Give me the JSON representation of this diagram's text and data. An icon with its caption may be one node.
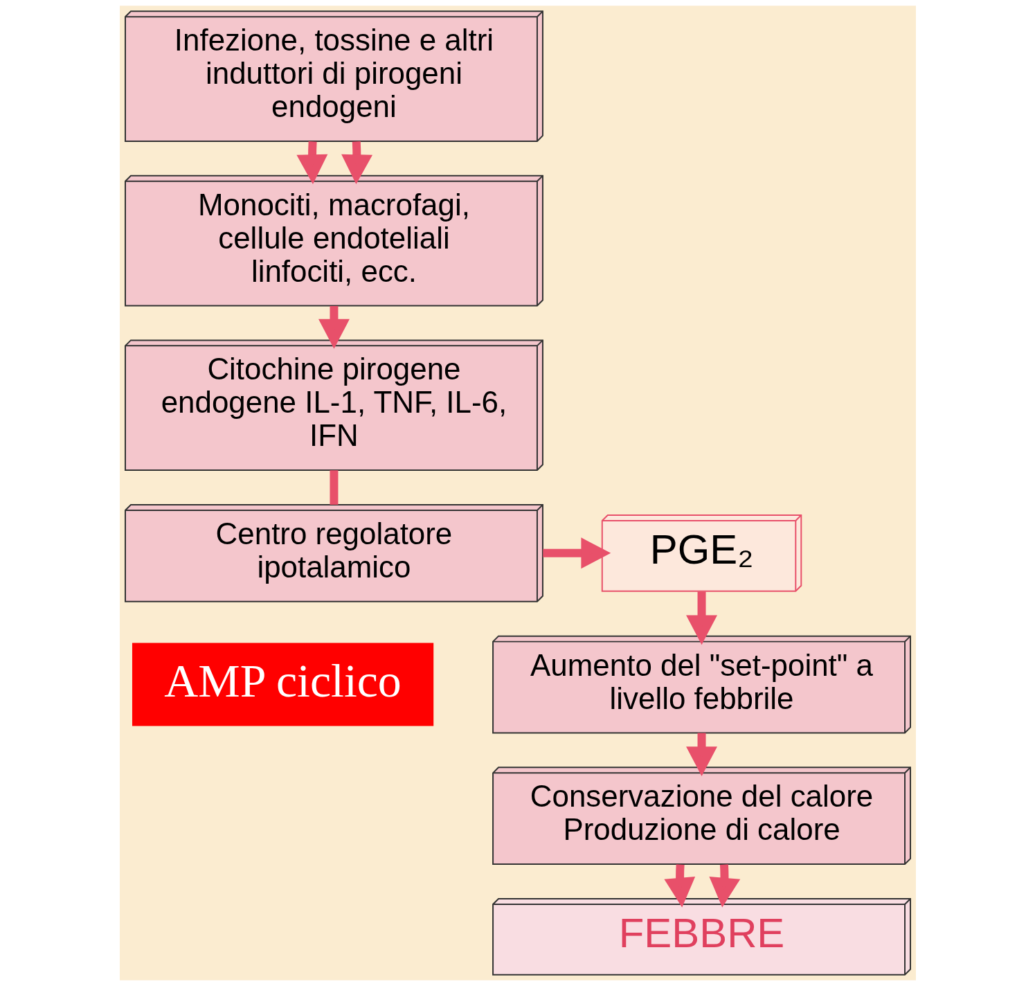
{
  "diagram": {
    "nodes": [
      {
        "text": [
          "Infezione, tossine e altri induttori di pirogeni endogeni"
        ]
      },
      {
        "text": [
          "Monociti, macrofagi, cellule endoteliali linfociti, ecc."
        ]
      },
      {
        "text": [
          "Citochine pirogene endogene IL-1, TNF, IL-6, IFN"
        ]
      },
      {
        "text": [
          "Centro regolatore ipotalamico"
        ]
      },
      {
        "text": [
          "PGE₂"
        ]
      },
      {
        "text": [
          "Aumento del \"set-point\" a livello febbrile"
        ]
      },
      {
        "text": [
          "Conservazione del calore Produzione di calore"
        ]
      },
      {
        "text": [
          "FEBBRE"
        ]
      },
      {
        "text": [
          "AMP ciclico"
        ]
      }
    ],
    "edges": [
      {
        "from": 0,
        "to": 1,
        "arrow": "to"
      },
      {
        "from": 0,
        "to": 1,
        "arrow": "to"
      },
      {
        "from": 1,
        "to": 2,
        "arrow": "to"
      },
      {
        "from": 2,
        "to": 3,
        "arrow": "none"
      },
      {
        "from": 3,
        "to": 4,
        "arrow": "to"
      },
      {
        "from": 4,
        "to": 5,
        "arrow": "to"
      },
      {
        "from": 5,
        "to": 6,
        "arrow": "to"
      },
      {
        "from": 6,
        "to": 7,
        "arrow": "to"
      },
      {
        "from": 6,
        "to": 7,
        "arrow": "to"
      }
    ]
  }
}
